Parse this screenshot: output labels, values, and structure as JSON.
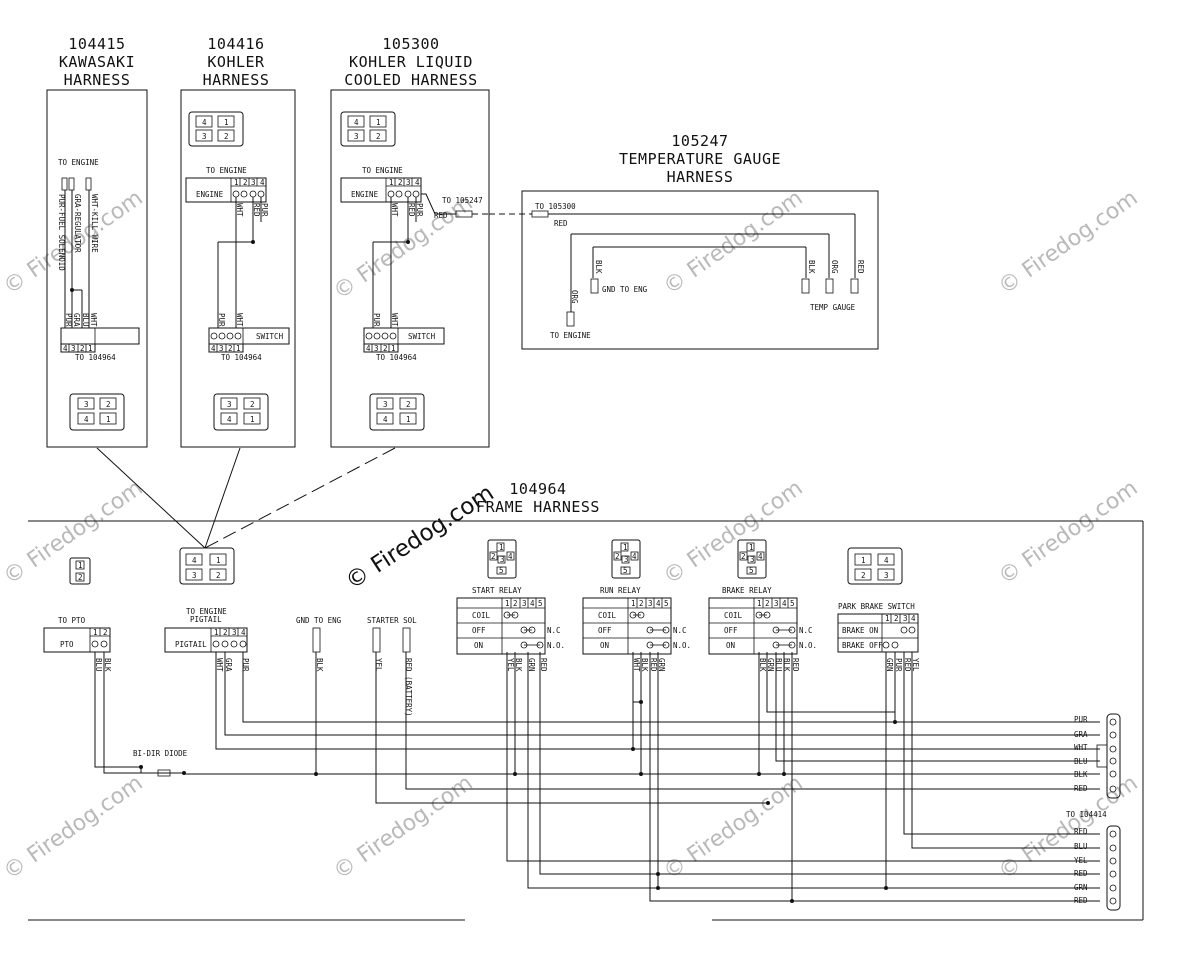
{
  "harnesses": {
    "kawasaki": {
      "part": "104415",
      "name1": "KAWASAKI",
      "name2": "HARNESS",
      "to_engine": "TO ENGINE",
      "wire_labels": [
        "PUR-FUEL SOLENOID",
        "GRA-REGULATOR",
        "WHT-KILL WIRE"
      ],
      "bottom_wires": [
        "PUR",
        "GRA",
        "BLU",
        "WHT"
      ],
      "pins": [
        "4",
        "3",
        "2",
        "1"
      ],
      "to": "TO 104964",
      "connector_pins": [
        "3",
        "2",
        "4",
        "1"
      ]
    },
    "kohler": {
      "part": "104416",
      "name1": "KOHLER",
      "name2": "HARNESS",
      "to_engine": "TO ENGINE",
      "engine_label": "ENGINE",
      "engine_pins": [
        "1",
        "2",
        "3",
        "4"
      ],
      "engine_wires": [
        "WHT",
        "RED",
        "PUR"
      ],
      "bottom_wires": [
        "PUR",
        "WHT"
      ],
      "pins": [
        "4",
        "3",
        "2",
        "1"
      ],
      "switch": "SWITCH",
      "to": "TO 104964",
      "top_connector_pins": [
        "4",
        "1",
        "3",
        "2"
      ],
      "connector_pins": [
        "3",
        "2",
        "4",
        "1"
      ]
    },
    "kohler_liquid": {
      "part": "105300",
      "name1": "KOHLER LIQUID",
      "name2": "COOLED HARNESS",
      "to_engine": "TO ENGINE",
      "engine_label": "ENGINE",
      "engine_pins": [
        "1",
        "2",
        "3",
        "4"
      ],
      "engine_wires": [
        "WHT",
        "RED",
        "PUR"
      ],
      "to_temp": "TO 105247",
      "red": "RED",
      "bottom_wires": [
        "PUR",
        "WHT"
      ],
      "pins": [
        "4",
        "3",
        "2",
        "1"
      ],
      "switch": "SWITCH",
      "to": "TO 104964",
      "top_connector_pins": [
        "4",
        "1",
        "3",
        "2"
      ],
      "connector_pins": [
        "3",
        "2",
        "4",
        "1"
      ]
    },
    "temp_gauge": {
      "part": "105247",
      "name1": "TEMPERATURE GAUGE",
      "name2": "HARNESS",
      "to_105300": "TO 105300",
      "red": "RED",
      "blk": "BLK",
      "org": "ORG",
      "blk2": "BLK",
      "org2": "ORG",
      "red2": "RED",
      "gnd": "GND TO ENG",
      "temp_gauge": "TEMP GAUGE",
      "to_engine": "TO ENGINE"
    }
  },
  "frame": {
    "part": "104964",
    "name": "FRAME HARNESS",
    "pto": {
      "to": "TO PTO",
      "label": "PTO",
      "pins": [
        "1",
        "2"
      ],
      "wires": [
        "BLU",
        "BLK"
      ],
      "connector_pins": [
        "1",
        "2"
      ]
    },
    "pigtail": {
      "to1": "TO ENGINE",
      "to2": "PIGTAIL",
      "label": "PIGTAIL",
      "pins": [
        "1",
        "2",
        "3",
        "4"
      ],
      "wires": [
        "WHT",
        "GRA",
        "PUR"
      ],
      "connector_pins": [
        "4",
        "1",
        "3",
        "2"
      ]
    },
    "gnd": {
      "label": "GND TO ENG",
      "wire": "BLK"
    },
    "starter": {
      "label": "STARTER SOL",
      "wires": [
        "YEL",
        "RED (BATTERY)"
      ]
    },
    "relays": [
      {
        "name": "START RELAY",
        "rows": [
          "COIL",
          "OFF",
          "ON"
        ],
        "pins": [
          "1",
          "2",
          "3",
          "4",
          "5"
        ],
        "wires": [
          "YEL",
          "BLK",
          "GRN",
          "RED"
        ],
        "nc": "N.C",
        "no": "N.O."
      },
      {
        "name": "RUN RELAY",
        "rows": [
          "COIL",
          "OFF",
          "ON"
        ],
        "pins": [
          "1",
          "2",
          "3",
          "4",
          "5"
        ],
        "wires": [
          "WHT",
          "BLK",
          "RED",
          "GRN"
        ],
        "nc": "N.C",
        "no": "N.O."
      },
      {
        "name": "BRAKE RELAY",
        "rows": [
          "COIL",
          "OFF",
          "ON"
        ],
        "pins": [
          "1",
          "2",
          "3",
          "4",
          "5"
        ],
        "wires": [
          "BLK",
          "GRN",
          "BLU",
          "BLK",
          "RED"
        ],
        "nc": "N.C",
        "no": "N.O."
      }
    ],
    "relay_symbol_pins": [
      "2",
      "1",
      "4",
      "3",
      "5"
    ],
    "park_brake": {
      "name": "PARK BRAKE SWITCH",
      "rows": [
        "BRAKE ON",
        "BRAKE OFF"
      ],
      "pins": [
        "1",
        "2",
        "3",
        "4"
      ],
      "wires": [
        "GRN",
        "PUR",
        "RED",
        "YEL"
      ],
      "connector_pins": [
        "1",
        "4",
        "2",
        "3"
      ]
    },
    "diode": "BI-DIR DIODE",
    "connector_a_wires": [
      "PUR",
      "GRA",
      "WHT",
      "BLU",
      "BLK",
      "RED"
    ],
    "to_label": "TO 104414",
    "connector_b_wires": [
      "RED",
      "BLU",
      "YEL",
      "RED",
      "GRN",
      "RED"
    ]
  },
  "watermark": "© Firedog.com",
  "watermark_small": "© Firedog.com"
}
